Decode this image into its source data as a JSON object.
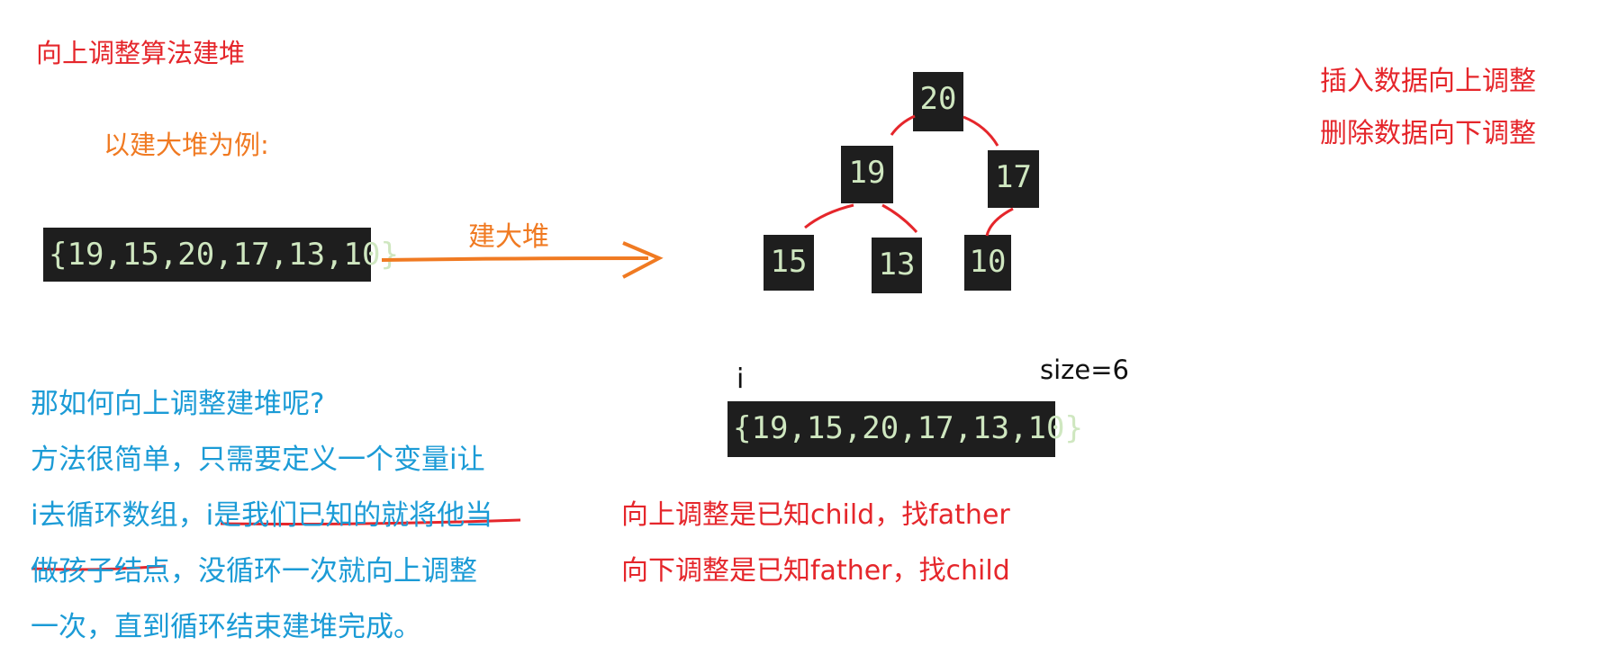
{
  "title": "向上调整算法建堆",
  "example_heading": "以建大堆为例:",
  "input_array": "{19,15,20,17,13,10}",
  "arrow_label": "建大堆",
  "heap_nodes": {
    "root": "20",
    "left": "19",
    "right": "17",
    "left_left": "15",
    "left_right": "13",
    "right_left": "10"
  },
  "right_notes": [
    "插入数据向上调整",
    "删除数据向下调整"
  ],
  "index_label": "i",
  "size_label": "size=6",
  "array_below": "{19,15,20,17,13,10}",
  "adjust_notes": [
    "向上调整是已知child，找father",
    "向下调整是已知father，找child"
  ],
  "explanation_lines": [
    "那如何向上调整建堆呢?",
    "方法很简单，只需要定义一个变量i让",
    "i去循环数组，i是我们已知的就将他当",
    "做孩子结点，没循环一次就向上调整",
    "一次，直到循环结束建堆完成。"
  ],
  "colors": {
    "red": "#e5262b",
    "orange": "#f07a22",
    "blue": "#1b9bd6",
    "code_bg": "#1e1e1e",
    "code_text": "#cfe7c0"
  }
}
